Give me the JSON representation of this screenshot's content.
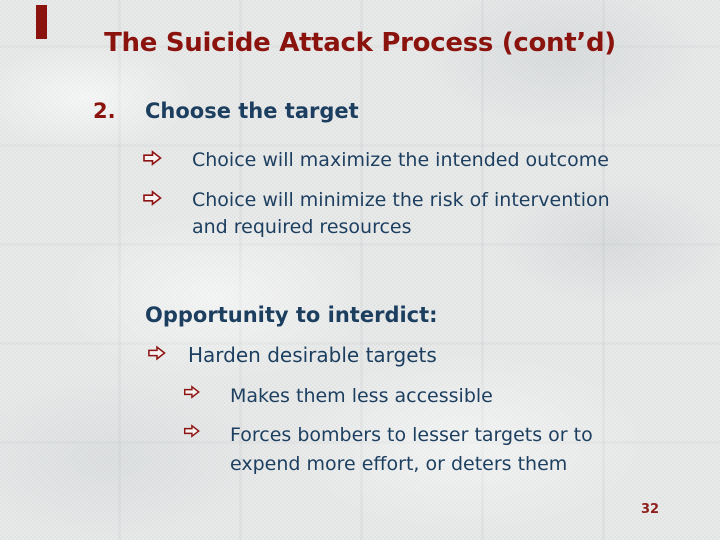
{
  "slide": {
    "title": "The Suicide Attack Process (cont’d)",
    "page_number": "32",
    "colors": {
      "title_red": "#8b130e",
      "body_navy": "#1c3e5f",
      "arrow_red": "#8c1412",
      "page_number_red": "#8e1f1c",
      "background_gray": "#e9eaea"
    },
    "icons": {
      "bullet_arrow": "rightwards-white-arrow"
    },
    "item": {
      "number": "2.",
      "label": "Choose the target"
    },
    "bullets": [
      {
        "lines": [
          "Choice will maximize the intended outcome"
        ]
      },
      {
        "lines": [
          "Choice will minimize the risk of intervention",
          "and required resources"
        ]
      }
    ],
    "interdict": {
      "heading": "Opportunity to interdict:",
      "bullet": {
        "lines": [
          "Harden desirable targets"
        ]
      },
      "sub_bullets": [
        {
          "lines": [
            "Makes them less accessible"
          ]
        },
        {
          "lines": [
            "Forces bombers to lesser targets or to",
            "expend more effort, or deters them"
          ]
        }
      ]
    }
  }
}
